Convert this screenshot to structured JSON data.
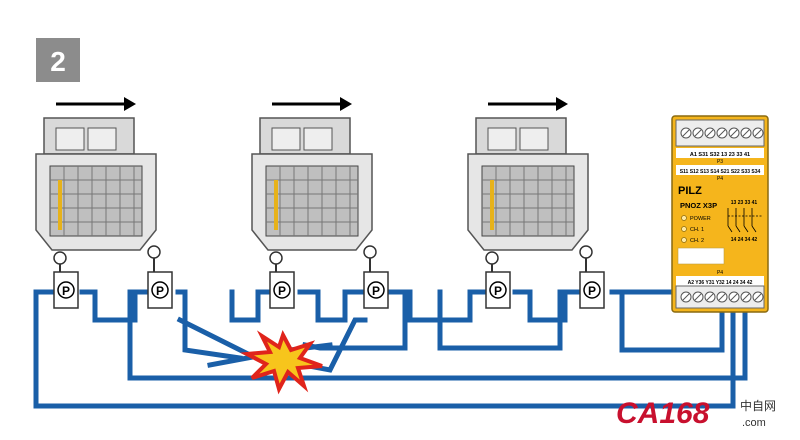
{
  "step_badge": {
    "number": "2"
  },
  "relay": {
    "brand": "PILZ",
    "model": "PNOZ X3P",
    "top_terminals_row1": "A1 S31 S32 13 23 33 41",
    "top_strip_a": "P3",
    "top_terminals_row2": "S11 S12 S13 S14 S21 S22 S33 S34",
    "top_strip_b": "P4",
    "leds": [
      "POWER",
      "CH. 1",
      "CH. 2"
    ],
    "contact_top": "13 23 33 41",
    "contact_bottom": "14 24 34 42",
    "bottom_strip": "P4",
    "bottom_terminals": "A2 Y36 Y31 Y32 14 24 34 42"
  },
  "watermark": {
    "logo_text": "CA168",
    "site_text": "中自网",
    "domain": ".com"
  },
  "colors": {
    "wire": "#1a5fa8",
    "relay_yellow": "#f5b51c",
    "badge_gray": "#8c8c8c",
    "burst_red": "#e0241b",
    "burst_yellow": "#f7c51c",
    "watermark_red": "#c8102e"
  },
  "icons": {
    "arrow": "arrow-right-icon",
    "switch": "position-switch-icon",
    "fault": "short-circuit-burst-icon"
  },
  "switch_symbol": "P"
}
